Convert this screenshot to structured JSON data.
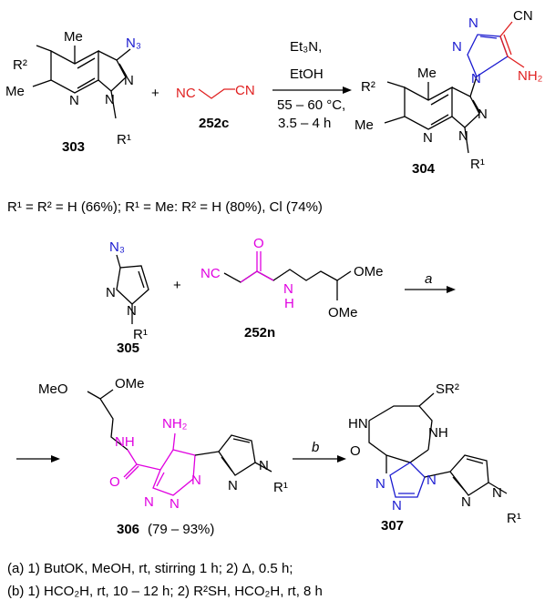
{
  "reaction1": {
    "reactant_303": {
      "label": "303",
      "substituents": {
        "me_top": "Me",
        "azide": "N₃",
        "r2": "R²",
        "me_left": "Me",
        "n_ring": "N",
        "n1": "N",
        "n2": "N",
        "r1": "R¹"
      }
    },
    "plus": "+",
    "reactant_252c": {
      "label": "252c",
      "cn_left": "NC",
      "cn_right": "CN"
    },
    "conditions": {
      "line1": "Et₃N,",
      "line2": "EtOH",
      "line3": "55 – 60 °C,",
      "line4": "3.5 – 4 h"
    },
    "product_304": {
      "label": "304",
      "substituents": {
        "cn": "CN",
        "nh2": "NH₂",
        "me_top": "Me",
        "r2": "R²",
        "me_left": "Me",
        "n_ring": "N",
        "n1": "N",
        "n2": "N",
        "r1": "R¹",
        "tn1": "N",
        "tn2": "N",
        "tn3": "N"
      }
    },
    "yields": "R¹ = R² = H (66%); R¹ = Me: R² = H (80%), Cl (74%)"
  },
  "reaction2": {
    "reactant_305": {
      "label": "305",
      "azide": "N₃",
      "n1": "N",
      "n2": "N",
      "r1": "R¹"
    },
    "plus": "+",
    "reactant_252n": {
      "label": "252n",
      "nc": "NC",
      "o": "O",
      "nh": "N",
      "h": "H",
      "ome1": "OMe",
      "ome2": "OMe"
    },
    "arrow_label": "a"
  },
  "reaction3": {
    "product_306": {
      "label": "306",
      "yield": "(79 – 93%)",
      "meo": "MeO",
      "ome": "OMe",
      "nh": "NH",
      "o": "O",
      "nh2": "NH₂",
      "tn1": "N",
      "tn2": "N",
      "tn3": "N",
      "pn1": "N",
      "pn2": "N",
      "r1": "R¹"
    },
    "arrow_label": "b",
    "product_307": {
      "label": "307",
      "sr2": "SR²",
      "hn": "HN",
      "nh": "NH",
      "o": "O",
      "tn1": "N",
      "tn2": "N",
      "tn3": "N",
      "pn1": "N",
      "pn2": "N",
      "r1": "R¹"
    }
  },
  "footnotes": {
    "a": "(a) 1) ButOK, MeOH, rt, stirring 1 h; 2) Δ, 0.5 h;",
    "b": "(b) 1) HCO₂H, rt, 10 – 12 h; 2) R²SH, HCO₂H, rt, 8 h"
  },
  "colors": {
    "azide_blue": "#1a1ad0",
    "malononitrile_red": "#e02020",
    "amide_magenta": "#e000e0"
  }
}
